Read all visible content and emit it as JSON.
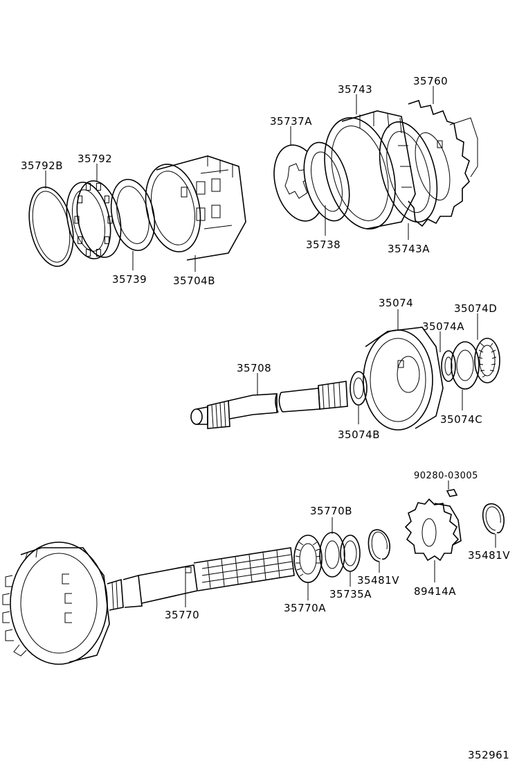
{
  "diagram_id": "352961",
  "labels": {
    "l35792B": "35792B",
    "l35792": "35792",
    "l35739": "35739",
    "l35704B": "35704B",
    "l35737A": "35737A",
    "l35743": "35743",
    "l35760": "35760",
    "l35738": "35738",
    "l35743A": "35743A",
    "l35074": "35074",
    "l35074D": "35074D",
    "l35074A": "35074A",
    "l35708": "35708",
    "l35074C": "35074C",
    "l35074B": "35074B",
    "l90280": "90280-03005",
    "l35770B": "35770B",
    "l35481V_a": "35481V",
    "l35481V_b": "35481V",
    "l35735A": "35735A",
    "l89414A": "89414A",
    "l35770": "35770",
    "l35770A": "35770A"
  }
}
